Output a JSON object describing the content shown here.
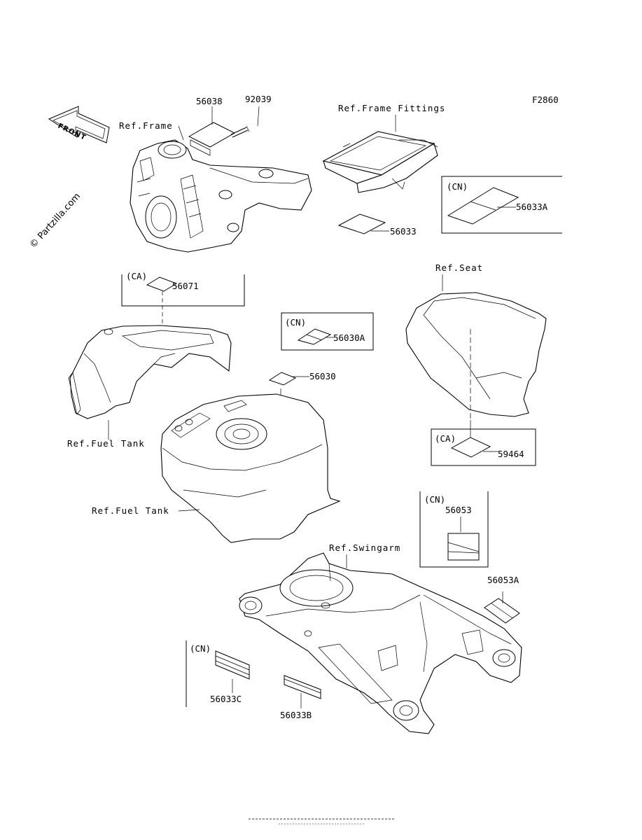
{
  "diagram_code": "F2860",
  "watermark": "© Partzilla.com",
  "front_label": "FRONT",
  "refs": {
    "frame": "Ref.Frame",
    "frame_fittings": "Ref.Frame Fittings",
    "seat": "Ref.Seat",
    "fuel_tank_1": "Ref.Fuel Tank",
    "fuel_tank_2": "Ref.Fuel Tank",
    "swingarm": "Ref.Swingarm"
  },
  "parts": {
    "p56038": "56038",
    "p92039": "92039",
    "p56033A": "56033A",
    "p56033": "56033",
    "p56071": "56071",
    "p56030A": "56030A",
    "p56030": "56030",
    "p59464": "59464",
    "p56053": "56053",
    "p56053A": "56053A",
    "p56033C": "56033C",
    "p56033B": "56033B"
  },
  "regions": {
    "cn1": "(CN)",
    "ca1": "(CA)",
    "cn2": "(CN)",
    "ca2": "(CA)",
    "cn3": "(CN)",
    "cn4": "(CN)"
  }
}
